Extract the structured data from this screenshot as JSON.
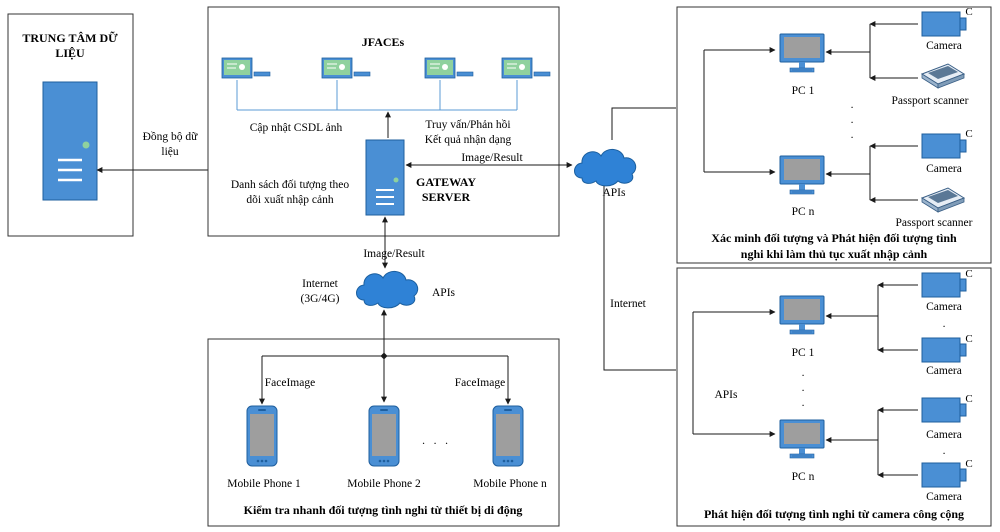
{
  "colors": {
    "device": "#4a8fd4",
    "device_dark": "#1f5f9e",
    "screen": "#9e9e9e",
    "cloud": "#2f82d6",
    "cert": "#8fd19e"
  },
  "datacenter": {
    "title_line1": "TRUNG TÂM DỮ",
    "title_line2": "LIỆU",
    "server_icon": "server-tower-icon"
  },
  "sync": {
    "line1": "Đồng bộ dữ",
    "line2": "liệu"
  },
  "gateway": {
    "jfaces_title": "JFACEs",
    "update_label": "Cập nhật CSDL ảnh",
    "query_line1": "Truy vấn/Phản hồi",
    "query_line2": "Kết quả nhận dạng",
    "watchlist_line1": "Danh sách đối tượng theo",
    "watchlist_line2": "dõi xuất nhập cảnh",
    "server_line1": "GATEWAY",
    "server_line2": "SERVER",
    "image_result_right": "Image/Result",
    "image_result_bottom": "Image/Result"
  },
  "internet_mid": {
    "line1": "Internet",
    "line2": "(3G/4G)",
    "apis": "APIs"
  },
  "right_link": {
    "apis": "APIs",
    "internet": "Internet"
  },
  "immigration": {
    "pc1": "PC 1",
    "pcn": "PC n",
    "camera1": "Camera",
    "scanner1": "Passport scanner",
    "camera2": "Camera",
    "scanner2": "Passport scanner",
    "camera_badge": "C",
    "caption_line1": "Xác minh đối tượng và Phát hiện đối tượng tình",
    "caption_line2": "nghi khi làm thủ tục xuất nhập cảnh"
  },
  "public_camera": {
    "pc1": "PC 1",
    "pcn": "PC n",
    "apis": "APIs",
    "cameras": [
      "Camera",
      "Camera",
      "Camera",
      "Camera"
    ],
    "camera_badge": "C",
    "caption": "Phát hiện đối tượng tình nghi từ camera công cộng"
  },
  "mobile": {
    "face_image_left": "FaceImage",
    "face_image_right": "FaceImage",
    "phone1": "Mobile Phone 1",
    "phone2": "Mobile Phone 2",
    "phonen": "Mobile Phone n",
    "caption": "Kiểm tra nhanh đối tượng tình nghi từ thiết bị di động"
  }
}
